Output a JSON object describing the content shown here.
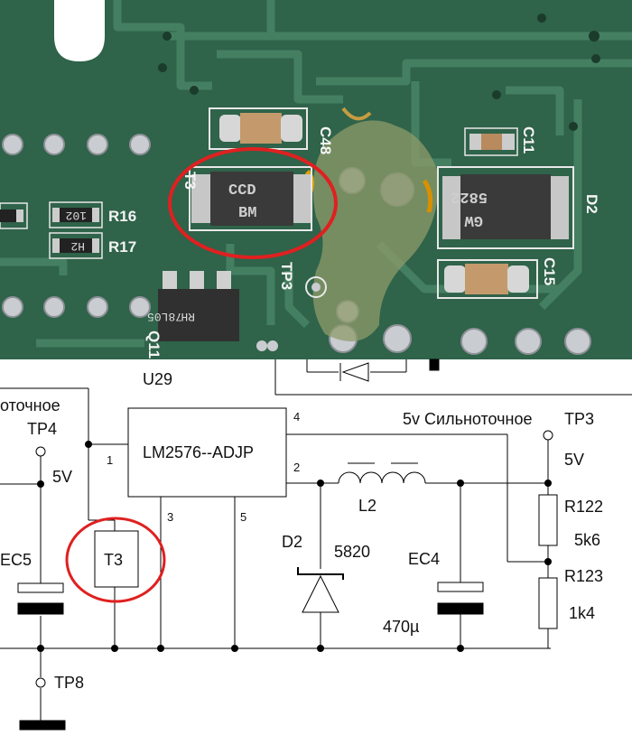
{
  "pcb": {
    "silk": {
      "c48": "C48",
      "t3": "T3",
      "r16": "R16",
      "r17": "R17",
      "tp3": "TP3",
      "c11": "C11",
      "d2": "D2",
      "c15": "C15",
      "q11": "Q11"
    },
    "parts": {
      "t3_marking_1": "CCD",
      "t3_marking_2": "BM",
      "d2_marking_1": "5822",
      "d2_marking_2": "GW",
      "q11_marking_1": "78L05",
      "q11_marking_2": "RH",
      "r16_value": "102",
      "r17_value": "H2"
    },
    "colors": {
      "board": "#2d6048",
      "trace": "#3d7a5a",
      "highlight_ring": "#e02020"
    }
  },
  "schematic": {
    "labels": {
      "u29": "U29",
      "left_cut": "оточное",
      "tp4": "TP4",
      "v5_left": "5V",
      "pin1": "1",
      "ic_name": "LM2576--ADJP",
      "pin4": "4",
      "pin2": "2",
      "pin3": "3",
      "pin5": "5",
      "t3_box": "T3",
      "ec5": "EC5",
      "tp8": "TP8",
      "l2": "L2",
      "d2": "D2",
      "d2_part": "5820",
      "ec4": "EC4",
      "ec4_value": "470µ",
      "rail_label": "5v Сильноточное",
      "tp3": "TP3",
      "v5_right": "5V",
      "r122": "R122",
      "r122_value": "5k6",
      "r123": "R123",
      "r123_value": "1k4"
    }
  }
}
